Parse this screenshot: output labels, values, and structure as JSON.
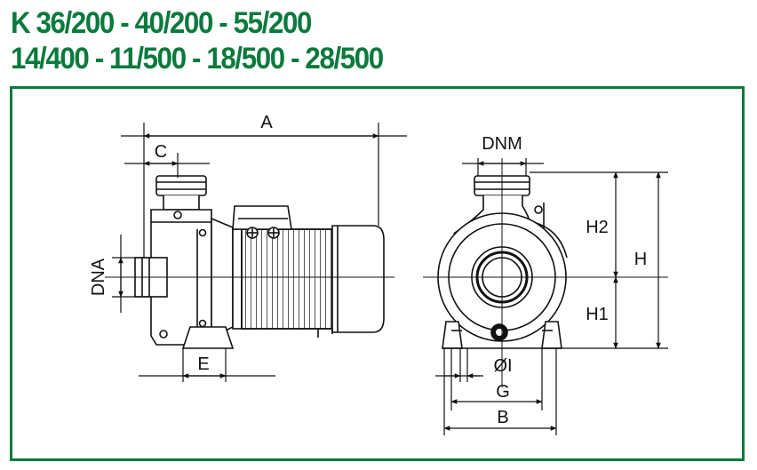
{
  "title": {
    "line1": "K 36/200 - 40/200 - 55/200",
    "line2": "14/400 - 11/500 - 18/500 - 28/500"
  },
  "labels": {
    "A": "A",
    "C": "C",
    "DNA": "DNA",
    "E": "E",
    "DNM": "DNM",
    "H2": "H2",
    "H": "H",
    "H1": "H1",
    "OI": "ØI",
    "G": "G",
    "B": "B"
  },
  "colors": {
    "brand_green": "#0a7a3c",
    "line": "#111111"
  }
}
